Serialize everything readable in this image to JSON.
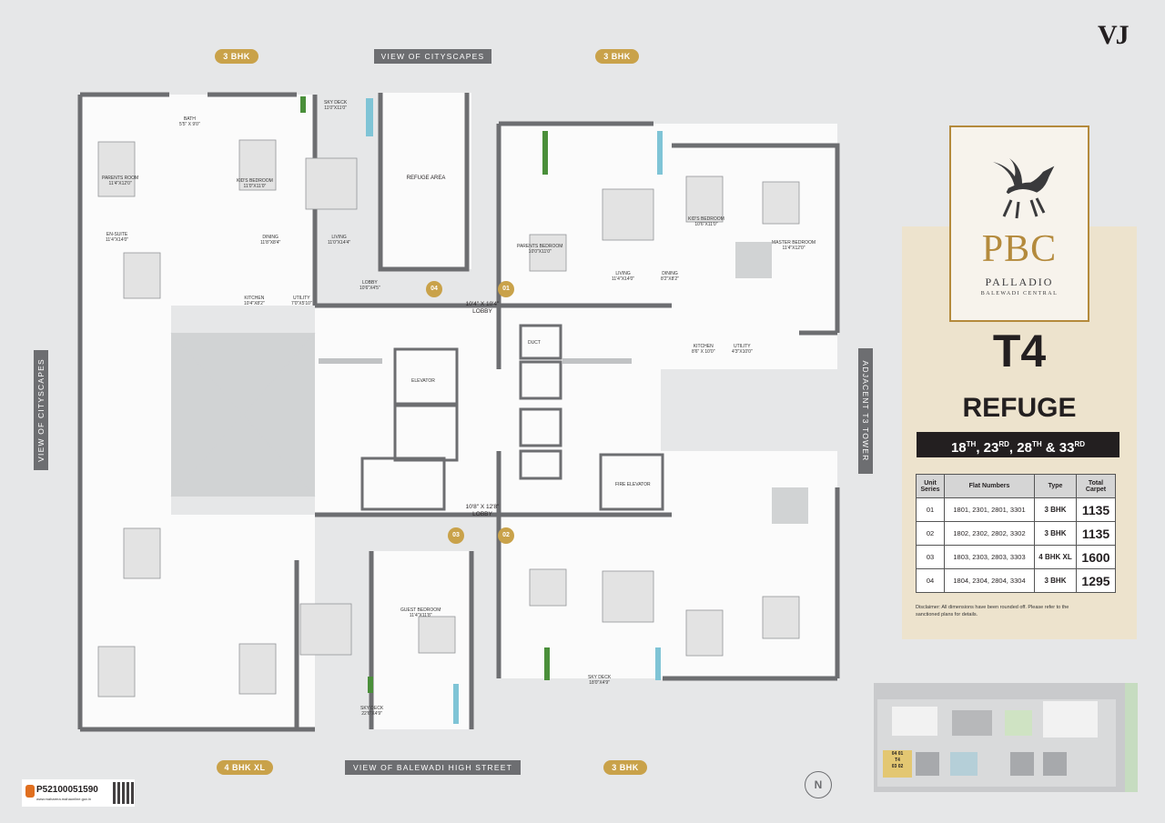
{
  "brand_mark": "VJ",
  "tags": {
    "top_left_bhk": "3 BHK",
    "top_right_bhk": "3 BHK",
    "bottom_left_bhk": "4 BHK XL",
    "bottom_right_bhk": "3 BHK",
    "view_top": "VIEW OF CITYSCAPES",
    "view_left": "VIEW OF CITYSCAPES",
    "view_bottom": "VIEW OF BALEWADI HIGH STREET",
    "view_right": "ADJACENT T3 TOWER"
  },
  "plan": {
    "lobby_top": "10'4\" X 10'4\"",
    "lobby_top_name": "LOBBY",
    "lobby_bottom": "10'8\" X 12'8\"",
    "lobby_bottom_name": "LOBBY",
    "refuge_area": "REFUGE AREA",
    "unit_01": "01",
    "unit_02": "02",
    "unit_03": "03",
    "unit_04": "04",
    "rooms": [
      {
        "name": "PARENTS ROOM",
        "dim": "11'4\"X12'0\""
      },
      {
        "name": "BATH",
        "dim": "5'5\" X 9'0\""
      },
      {
        "name": "KID'S BEDROOM",
        "dim": "11'0\"X11'0\""
      },
      {
        "name": "SKY DECK",
        "dim": "11'0\"X11'0\""
      },
      {
        "name": "DINING",
        "dim": "11'8\"X8'4\""
      },
      {
        "name": "LIVING",
        "dim": "11'0\"X14'4\""
      },
      {
        "name": "EN-SUITE",
        "dim": "11'4\"X14'0\""
      },
      {
        "name": "KITCHEN",
        "dim": "10'4\"X8'2\""
      },
      {
        "name": "UTILITY",
        "dim": "7'0\"X5'10\""
      },
      {
        "name": "LOBBY",
        "dim": "10'6\"X4'5\""
      },
      {
        "name": "PARENTS BEDROOM",
        "dim": "10'0\"X11'0\""
      },
      {
        "name": "KID'S BEDROOM",
        "dim": "10'6\"X11'0\""
      },
      {
        "name": "MASTER BEDROOM",
        "dim": "11'4\"X12'0\""
      },
      {
        "name": "LIVING",
        "dim": "11'4\"X14'0\""
      },
      {
        "name": "DINING",
        "dim": "8'2\"X8'2\""
      },
      {
        "name": "KITCHEN",
        "dim": "8'6\" X 10'0\""
      },
      {
        "name": "UTILITY",
        "dim": "4'3\"X10'0\""
      },
      {
        "name": "GUEST BEDROOM",
        "dim": "11'4\"X11'8\""
      },
      {
        "name": "SKY DECK",
        "dim": "22'6\"X4'9\""
      },
      {
        "name": "SKY DECK",
        "dim": "18'0\"X4'9\""
      },
      {
        "name": "ELEVATOR",
        "dim": ""
      },
      {
        "name": "FIRE ELEVATOR",
        "dim": ""
      },
      {
        "name": "DUCT",
        "dim": ""
      }
    ]
  },
  "logo": {
    "name": "PBC",
    "line1": "PALLADIO",
    "line2": "BALEWADI CENTRAL"
  },
  "tower": {
    "name": "T4",
    "subtitle": "REFUGE",
    "floors_1": "18",
    "sup_1": "TH",
    "floors_2": "23",
    "sup_2": "RD",
    "floors_3": "28",
    "sup_3": "TH",
    "amp": "&",
    "floors_4": "33",
    "sup_4": "RD"
  },
  "table": {
    "headers": [
      "Unit Series",
      "Flat Numbers",
      "Type",
      "Total Carpet"
    ],
    "rows": [
      {
        "series": "01",
        "flats": "1801, 2301, 2801, 3301",
        "type": "3 BHK",
        "carpet": "1135"
      },
      {
        "series": "02",
        "flats": "1802, 2302, 2802, 3302",
        "type": "3 BHK",
        "carpet": "1135"
      },
      {
        "series": "03",
        "flats": "1803, 2303, 2803, 3303",
        "type": "4 BHK XL",
        "carpet": "1600"
      },
      {
        "series": "04",
        "flats": "1804, 2304, 2804, 3304",
        "type": "3 BHK",
        "carpet": "1295"
      }
    ]
  },
  "disclaimer": "Disclaimer: All dimensions have been rounded off. Please refer to the sanctioned plans for details.",
  "rera": {
    "number": "P52100051590",
    "url": "www.maharera.mahaonline.gov.in"
  },
  "compass": "N",
  "keyplan": {
    "t4": "T4",
    "units": [
      "04",
      "01",
      "03",
      "02"
    ]
  },
  "colors": {
    "gold": "#c9a24a",
    "tag_grey": "#6d6e71",
    "panel": "#ede3cd",
    "wall": "#6d6e71"
  }
}
